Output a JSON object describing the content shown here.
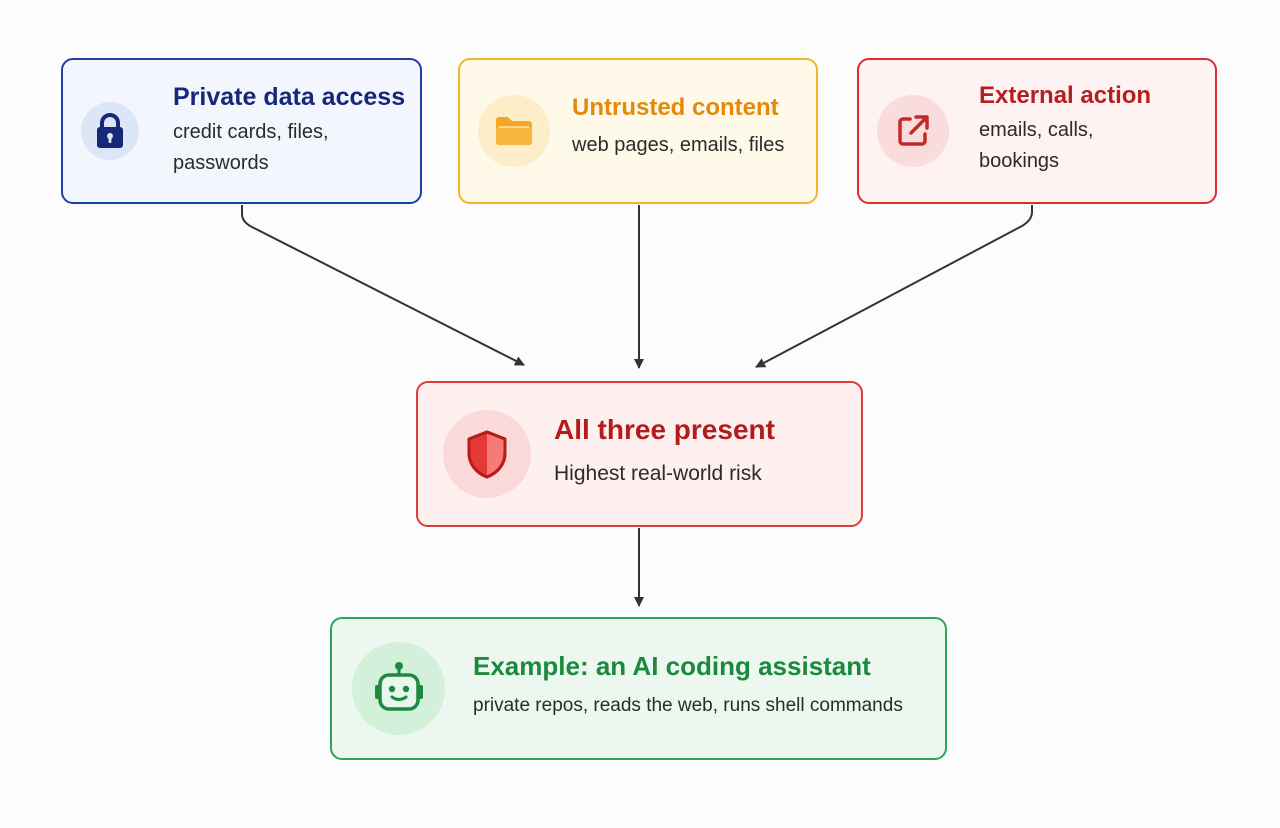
{
  "nodes": {
    "private": {
      "title": "Private data access",
      "line1": "credit cards, files,",
      "line2": "passwords",
      "icon": "lock-icon"
    },
    "untrusted": {
      "title": "Untrusted content",
      "line1": "web pages, emails, files",
      "icon": "folder-icon"
    },
    "external": {
      "title": "External action",
      "line1": "emails, calls,",
      "line2": "bookings",
      "icon": "external-link-icon"
    },
    "allthree": {
      "title": "All three present",
      "line1": "Highest real-world risk",
      "icon": "shield-icon"
    },
    "example": {
      "title": "Example: an AI coding assistant",
      "line1": "private repos, reads the web, runs shell commands",
      "icon": "robot-icon"
    }
  },
  "edges": [
    {
      "from": "private",
      "to": "allthree"
    },
    {
      "from": "untrusted",
      "to": "allthree"
    },
    {
      "from": "external",
      "to": "allthree"
    },
    {
      "from": "allthree",
      "to": "example"
    }
  ],
  "colors": {
    "private": "#1f3fa8",
    "untrusted": "#f1b42b",
    "external": "#d6302f",
    "allthree": "#dd3b3a",
    "example": "#2da653",
    "arrow": "#333333"
  }
}
